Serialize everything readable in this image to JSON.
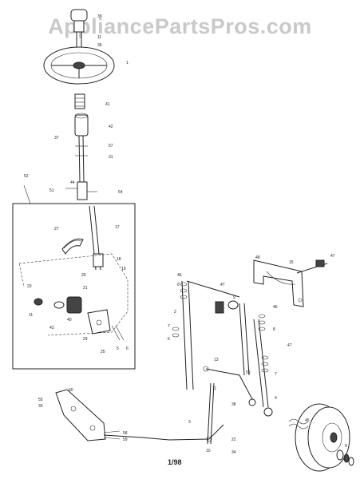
{
  "watermark": "AppliancePartsPros.com",
  "footer_code": "1/98",
  "callouts": [
    {
      "id": "c39",
      "label": "39"
    },
    {
      "id": "c11a",
      "label": "11"
    },
    {
      "id": "c36",
      "label": "36"
    },
    {
      "id": "c1",
      "label": "1"
    },
    {
      "id": "c41",
      "label": "41"
    },
    {
      "id": "c42",
      "label": "42"
    },
    {
      "id": "c37a",
      "label": "37"
    },
    {
      "id": "c57",
      "label": "57"
    },
    {
      "id": "c31a",
      "label": "31"
    },
    {
      "id": "c52",
      "label": "52"
    },
    {
      "id": "c44",
      "label": "44"
    },
    {
      "id": "c51",
      "label": "51"
    },
    {
      "id": "c54",
      "label": "54"
    },
    {
      "id": "c17",
      "label": "17"
    },
    {
      "id": "c27",
      "label": "27"
    },
    {
      "id": "c18",
      "label": "18"
    },
    {
      "id": "c19",
      "label": "19"
    },
    {
      "id": "c20",
      "label": "20"
    },
    {
      "id": "c21",
      "label": "21"
    },
    {
      "id": "c23",
      "label": "23"
    },
    {
      "id": "c11b",
      "label": "11"
    },
    {
      "id": "c43",
      "label": "43"
    },
    {
      "id": "c40",
      "label": "40"
    },
    {
      "id": "c29",
      "label": "29"
    },
    {
      "id": "c25",
      "label": "25"
    },
    {
      "id": "c5a",
      "label": "5"
    },
    {
      "id": "c6a",
      "label": "6"
    },
    {
      "id": "c48",
      "label": "48"
    },
    {
      "id": "c15",
      "label": "15"
    },
    {
      "id": "c47a",
      "label": "47"
    },
    {
      "id": "c46a",
      "label": "46"
    },
    {
      "id": "c8a",
      "label": "8"
    },
    {
      "id": "c2",
      "label": "2"
    },
    {
      "id": "c47b",
      "label": "47"
    },
    {
      "id": "c9",
      "label": "9"
    },
    {
      "id": "c7a",
      "label": "7"
    },
    {
      "id": "c6b",
      "label": "6"
    },
    {
      "id": "c13",
      "label": "13"
    },
    {
      "id": "c46b",
      "label": "46"
    },
    {
      "id": "c8b",
      "label": "8"
    },
    {
      "id": "c47c",
      "label": "47"
    },
    {
      "id": "c53",
      "label": "53"
    },
    {
      "id": "c11c",
      "label": "11"
    },
    {
      "id": "c38",
      "label": "38"
    },
    {
      "id": "c7b",
      "label": "7"
    },
    {
      "id": "c4",
      "label": "4"
    },
    {
      "id": "c60",
      "label": "60"
    },
    {
      "id": "c55",
      "label": "55"
    },
    {
      "id": "c33",
      "label": "33"
    },
    {
      "id": "c3",
      "label": "3"
    },
    {
      "id": "c58",
      "label": "58"
    },
    {
      "id": "c59",
      "label": "59"
    },
    {
      "id": "c22",
      "label": "22"
    },
    {
      "id": "c10",
      "label": "10"
    },
    {
      "id": "c45",
      "label": "45"
    },
    {
      "id": "c34",
      "label": "34"
    },
    {
      "id": "c9b",
      "label": "9"
    }
  ]
}
